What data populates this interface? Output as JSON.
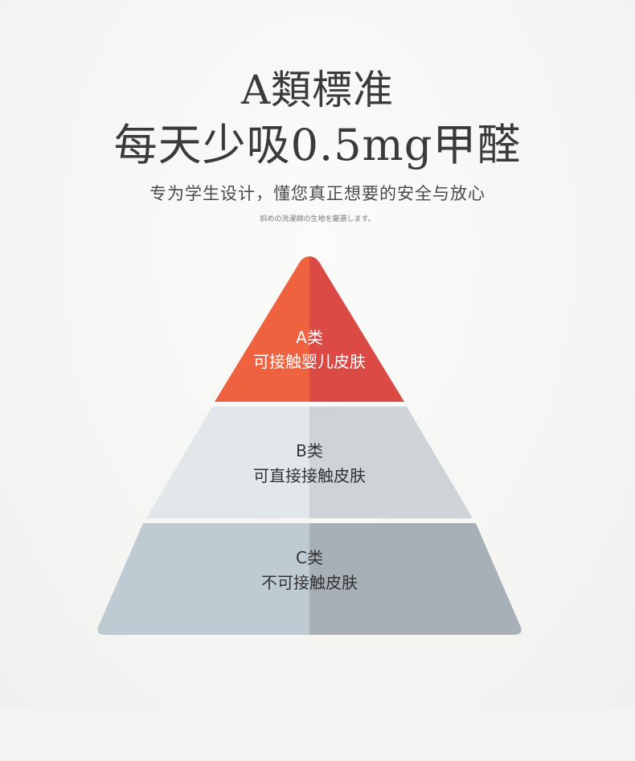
{
  "header": {
    "line1": "A類標准",
    "line2": "每天少吸0.5mg甲醛",
    "subtitle": "专为学生设计，懂您真正想要的安全与放心",
    "tagline": "斜めの洗濯綿の生地を厳選します。"
  },
  "pyramid": {
    "tiers": [
      {
        "grade": "A类",
        "description": "可接触婴儿皮肤",
        "color_left": "#ee6240",
        "color_right": "#dc4a46",
        "text_color": "#ffffff"
      },
      {
        "grade": "B类",
        "description": "可直接接触皮肤",
        "color_left": "#e2e7ea",
        "color_right": "#cdd3d7",
        "text_color": "#333333"
      },
      {
        "grade": "C类",
        "description": "不可接触皮肤",
        "color_left": "#bfcbd2",
        "color_right": "#a6b0b6",
        "text_color": "#333333"
      }
    ]
  }
}
